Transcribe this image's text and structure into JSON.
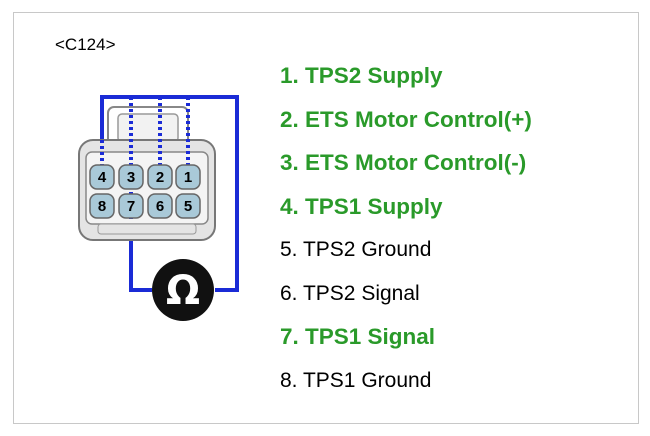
{
  "connector_id": "<C124>",
  "pins": [
    {
      "label": "1. TPS2 Supply",
      "active": true
    },
    {
      "label": "2. ETS Motor Control(+)",
      "active": true
    },
    {
      "label": "3. ETS Motor Control(-)",
      "active": true
    },
    {
      "label": "4. TPS1 Supply",
      "active": true
    },
    {
      "label": "5. TPS2 Ground",
      "active": false
    },
    {
      "label": "6. TPS2 Signal",
      "active": false
    },
    {
      "label": "7. TPS1 Signal",
      "active": true
    },
    {
      "label": "8. TPS1 Ground",
      "active": false
    }
  ],
  "connector_pins": {
    "top_row": [
      "4",
      "3",
      "2",
      "1"
    ],
    "bottom_row": [
      "8",
      "7",
      "6",
      "5"
    ]
  },
  "meter_symbol": "Ω",
  "colors": {
    "wire": "#1a2bd6",
    "active_text": "#2a9a2a",
    "pin_fill": "#a9c9d8",
    "meter_fill": "#111111"
  }
}
